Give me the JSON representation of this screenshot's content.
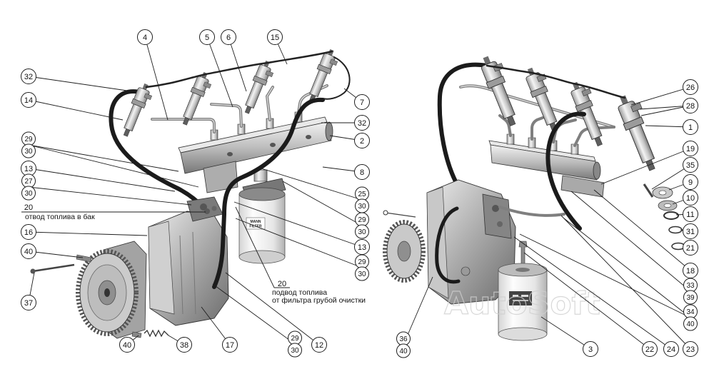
{
  "watermark": "AutoSoft",
  "filter_label": {
    "line1": "MANN",
    "line2": "FILTER"
  },
  "notes": {
    "return_line": {
      "number": "20",
      "text": "отвод топлива в бак"
    },
    "supply_line": {
      "number": "20",
      "text_line1": "подвод топлива",
      "text_line2": "от фильтра грубой очистки"
    }
  },
  "callouts": {
    "left": [
      {
        "text": "4"
      },
      {
        "text": "5"
      },
      {
        "text": "6"
      },
      {
        "text": "15"
      },
      {
        "text": "32"
      },
      {
        "text": "14"
      },
      {
        "top": "29",
        "bottom": "30"
      },
      {
        "text": "13"
      },
      {
        "top": "27",
        "bottom": "30"
      },
      {
        "text": "16"
      },
      {
        "text": "40"
      },
      {
        "text": "37"
      },
      {
        "text": "40"
      },
      {
        "text": "38"
      },
      {
        "text": "17"
      },
      {
        "top": "29",
        "bottom": "30"
      },
      {
        "text": "12"
      },
      {
        "text": "7"
      },
      {
        "text": "32"
      },
      {
        "text": "2"
      },
      {
        "text": "8"
      },
      {
        "top": "25",
        "bottom": "30"
      },
      {
        "top": "29",
        "bottom": "30"
      },
      {
        "text": "13"
      },
      {
        "top": "29",
        "bottom": "30"
      }
    ],
    "right": [
      {
        "text": "26"
      },
      {
        "text": "28"
      },
      {
        "text": "1"
      },
      {
        "text": "19"
      },
      {
        "text": "35"
      },
      {
        "text": "9"
      },
      {
        "text": "10"
      },
      {
        "text": "11"
      },
      {
        "text": "31"
      },
      {
        "text": "21"
      },
      {
        "text": "18"
      },
      {
        "top": "33",
        "bottom": "39"
      },
      {
        "top": "34",
        "bottom": "40"
      },
      {
        "text": "23"
      },
      {
        "text": "24"
      },
      {
        "text": "22"
      },
      {
        "text": "3"
      },
      {
        "top": "36",
        "bottom": "40"
      }
    ]
  }
}
